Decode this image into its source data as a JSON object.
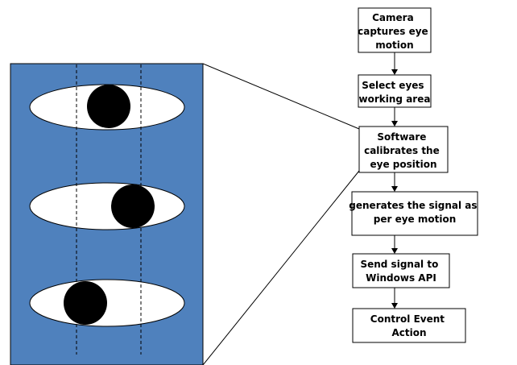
{
  "flowchart": {
    "steps": [
      {
        "lines": [
          "Camera",
          "captures eye",
          "motion"
        ]
      },
      {
        "lines": [
          "Select eyes",
          "working area"
        ]
      },
      {
        "lines": [
          "Software",
          "calibrates the",
          "eye position"
        ]
      },
      {
        "lines": [
          "generates the signal as",
          "per eye motion"
        ]
      },
      {
        "lines": [
          "Send signal to",
          "Windows API"
        ]
      },
      {
        "lines": [
          "Control Event",
          "Action"
        ]
      }
    ]
  },
  "colors": {
    "panel_fill": "#4f81bd",
    "eye_fill": "#ffffff",
    "pupil_fill": "#000000",
    "stroke": "#000000"
  }
}
